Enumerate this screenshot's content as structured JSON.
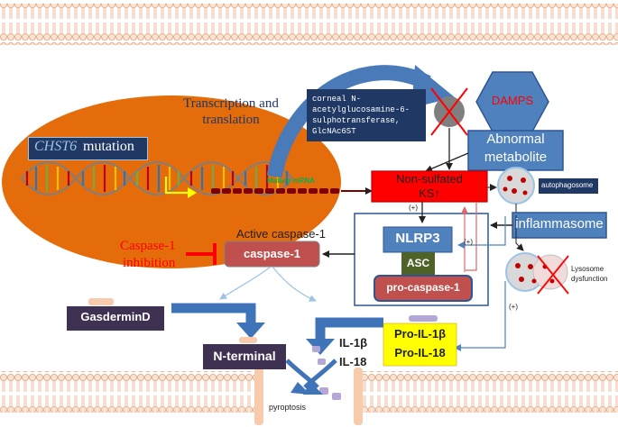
{
  "labels": {
    "transcription": "Transcription and translation",
    "gene": "CHST6",
    "mutation": "mutation",
    "mature_mrna": "Mature mRNA",
    "enzyme": "corneal N-acetylglucosamine-6-sulphotransferase, GlcNAc6ST",
    "damps": "DAMPS",
    "abnormal_metabolite": "Abnormal metabolite",
    "non_sulfated": "Non-sulfated",
    "ks": "KS↑",
    "autophagosome": "autophagosome",
    "inflammasome": "inflammasome",
    "active_caspase": "Active caspase-1",
    "caspase": "caspase-1",
    "caspase_inhibition_1": "Caspase-1",
    "caspase_inhibition_2": "inhibition",
    "nlrp3": "NLRP3",
    "asc": "ASC",
    "pro_caspase": "pro-caspase-1",
    "plus_1": "(+)",
    "plus_2": "(+)",
    "plus_3": "(+)",
    "lysosome_1": "Lysosome",
    "lysosome_2": "dysfunction",
    "gasdermin": "GasderminD",
    "n_terminal": "N-terminal",
    "il1b": "IL-1β",
    "il18": "IL-18",
    "pro_il1b": "Pro-IL-1β",
    "pro_il18": "Pro-IL-18",
    "pyroptosis": "pyroptosis"
  },
  "colors": {
    "cell_orange": "#e46c0a",
    "red_box": "#ff0000",
    "navy_box": "#1f3864",
    "blue_box": "#4f81bd",
    "caspase_red": "#c0504d",
    "asc_green": "#4f6228",
    "gasdermin_purple": "#3f3151",
    "pro_il_yellow": "#ffff00",
    "membrane_peach": "#f8cbad"
  }
}
